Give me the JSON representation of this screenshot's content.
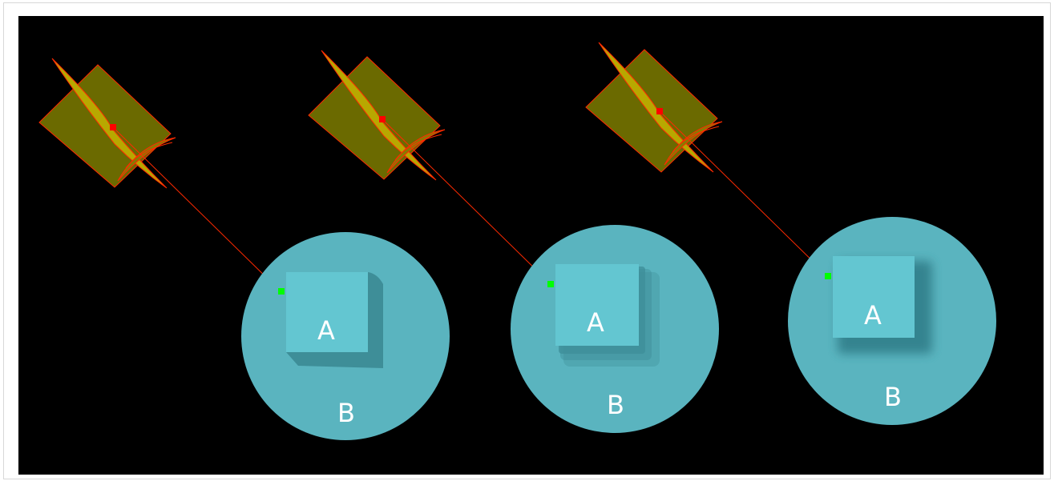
{
  "colors": {
    "background": "#000000",
    "circle": "#5ab4bf",
    "square": "#63c6d1",
    "shadow": "#3d8f9a",
    "frustum_fill": "#8a8a00",
    "frustum_stroke": "#ff2a00",
    "light_marker": "#ff0000",
    "hit_marker": "#00ff00",
    "label": "#ffffff"
  },
  "scenes": [
    {
      "label_a": "A",
      "label_b": "B",
      "shadow_style": "hard"
    },
    {
      "label_a": "A",
      "label_b": "B",
      "shadow_style": "layered"
    },
    {
      "label_a": "A",
      "label_b": "B",
      "shadow_style": "soft"
    }
  ]
}
